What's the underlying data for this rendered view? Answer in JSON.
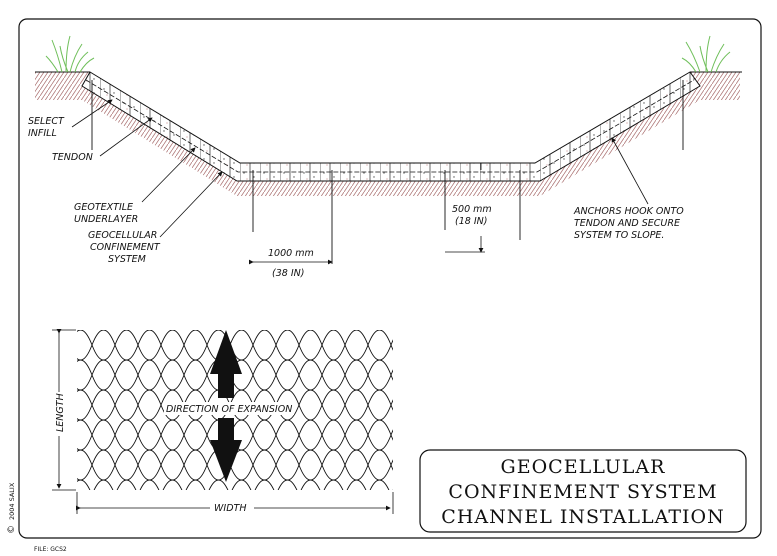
{
  "labels": {
    "select_infill": [
      "SELECT",
      "INFILL"
    ],
    "tendon": "TENDON",
    "geotextile": [
      "GEOTEXTILE",
      "UNDERLAYER"
    ],
    "geocellular": [
      "GEOCELLULAR",
      "CONFINEMENT",
      "SYSTEM"
    ],
    "anchors": [
      "ANCHORS HOOK ONTO",
      "TENDON AND SECURE",
      "SYSTEM TO SLOPE."
    ]
  },
  "dimensions": {
    "cell_width": [
      "1000 mm",
      "(38 IN)"
    ],
    "cell_depth": [
      "500 mm",
      "(18 IN)"
    ]
  },
  "plan_view": {
    "length": "LENGTH",
    "width": "WIDTH",
    "direction": "DIRECTION OF EXPANSION"
  },
  "title_block": {
    "lines": [
      "GEOCELLULAR",
      "CONFINEMENT SYSTEM",
      "CHANNEL INSTALLATION"
    ]
  },
  "footer": {
    "copyright_symbol": "©",
    "copyright": "2004 SALIX",
    "file": "FILE: GCS2"
  },
  "colors": {
    "line": "#111111",
    "soil_hatch": "#b07a7a",
    "grass": "#6fbf5a"
  }
}
